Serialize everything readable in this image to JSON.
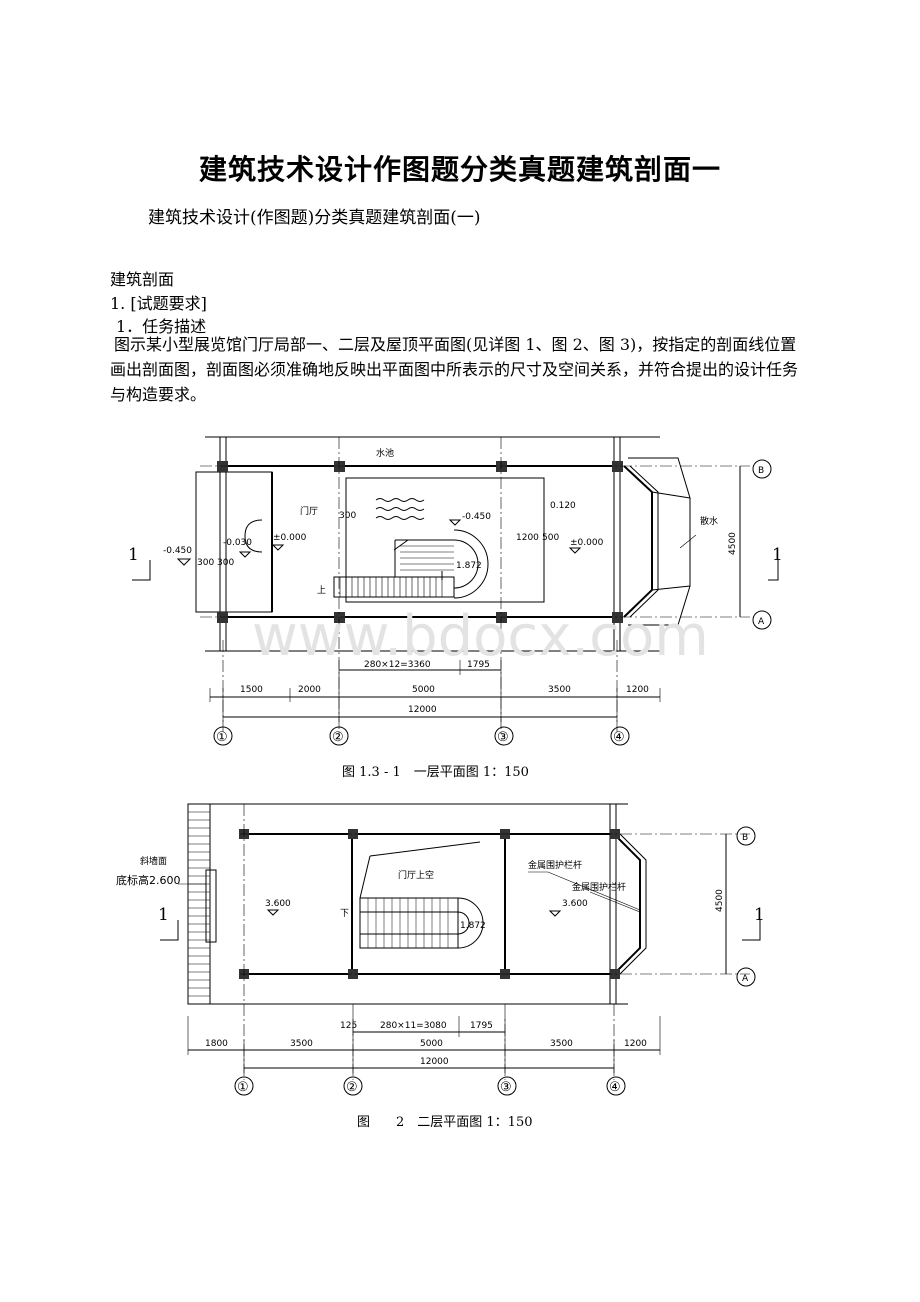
{
  "document": {
    "title": "建筑技术设计作图题分类真题建筑剖面一",
    "subtitle": "建筑技术设计(作图题)分类真题建筑剖面(一)",
    "section": "建筑剖面",
    "item": "1. [试题要求]",
    "task_heading": "1．任务描述",
    "paragraph": "图示某小型展览馆门厅局部一、二层及屋顶平面图(见详图 1、图 2、图 3)，按指定的剖面线位置画出剖面图，剖面图必须准确地反映出平面图中所表示的尺寸及空间关系，并符合提出的设计任务与构造要求。"
  },
  "watermark": "www.bdocx.com",
  "figure1": {
    "caption": "图 1.3 - 1　一层平面图 1：150",
    "labels": {
      "pool": "水池",
      "hall": "门厅",
      "water": "散水",
      "up": "上",
      "section_mark": "1"
    },
    "elevations": [
      "-0.450",
      "-0.030",
      "±0.000",
      "-0.450",
      "±0.000",
      "1.872",
      "0.120"
    ],
    "dims_small": [
      "300",
      "1200",
      "500",
      "300 300",
      "4500"
    ],
    "dims_mid": [
      "280×12=3360",
      "1795"
    ],
    "dims_bottom": [
      "1500",
      "2000",
      "5000",
      "3500",
      "1200"
    ],
    "dim_total": "12000",
    "axes": [
      "①",
      "②",
      "③",
      "④"
    ],
    "rows": [
      "B",
      "A"
    ]
  },
  "figure2": {
    "caption": "图　　2　二层平面图 1：150",
    "labels": {
      "void": "门厅上空",
      "railing1": "金属围护栏杆",
      "railing2": "金属围护栏杆",
      "ramp_title": "斜墙面",
      "ramp_elev": "底标高2.600",
      "down": "下",
      "section_mark": "1"
    },
    "elevations": [
      "3.600",
      "3.600",
      "1.872"
    ],
    "dims_mid": [
      "125",
      "280×11=3080",
      "1795"
    ],
    "dims_bottom": [
      "1800",
      "3500",
      "5000",
      "3500",
      "1200"
    ],
    "dim_total": "12000",
    "dim_side": "4500",
    "axes": [
      "①",
      "②",
      "③",
      "④"
    ],
    "rows": [
      "B",
      "A"
    ]
  }
}
